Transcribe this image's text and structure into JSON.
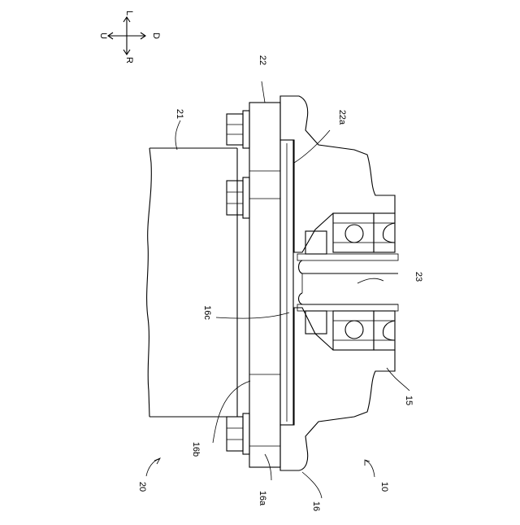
{
  "compass": {
    "u": "U",
    "l": "L",
    "r": "R",
    "d": "D"
  },
  "labels": {
    "l22": "22",
    "l21": "21",
    "l22a": "22a",
    "l23": "23",
    "l16c": "16c",
    "l15": "15",
    "l16b": "16b",
    "l20": "20",
    "l16a": "16a",
    "l16": "16",
    "l10": "10"
  },
  "colors": {
    "line": "#000000",
    "background": "#ffffff"
  }
}
